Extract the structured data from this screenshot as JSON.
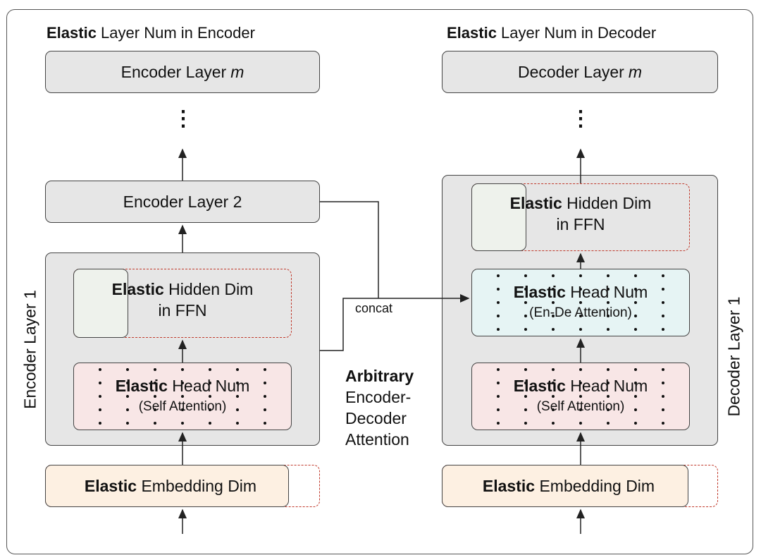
{
  "enc_title": {
    "bold": "Elastic",
    "rest": " Layer Num in Encoder"
  },
  "dec_title": {
    "bold": "Elastic",
    "rest": " Layer Num in Decoder"
  },
  "enc_layer_m": {
    "prefix": "Encoder Layer ",
    "var": "m"
  },
  "dec_layer_m": {
    "prefix": "Decoder Layer ",
    "var": "m"
  },
  "ellipsis": "⋮",
  "enc_layer_2": "Encoder Layer 2",
  "enc_layer_1_label": "Encoder Layer 1",
  "dec_layer_1_label": "Decoder Layer 1",
  "ffn": {
    "bold": "Elastic",
    "rest": " Hidden Dim",
    "line2": "in FFN"
  },
  "self_attn": {
    "bold": "Elastic",
    "rest": " Head Num",
    "line2": "(Self Attention)"
  },
  "ende_attn": {
    "bold": "Elastic",
    "rest": " Head Num",
    "line2": "(En-De Attention)"
  },
  "embed": {
    "bold": "Elastic",
    "rest": " Embedding Dim"
  },
  "concat": "concat",
  "arbitrary": {
    "bold": "Arbitrary",
    "lines": [
      "Encoder-",
      "Decoder",
      "Attention"
    ]
  },
  "colors": {
    "border": "#444444",
    "dashed": "#c0392b",
    "gray": "#e6e6e6",
    "pink": "#f8e6e6",
    "cyan": "#e6f4f4",
    "peach": "#fdf0e2"
  }
}
